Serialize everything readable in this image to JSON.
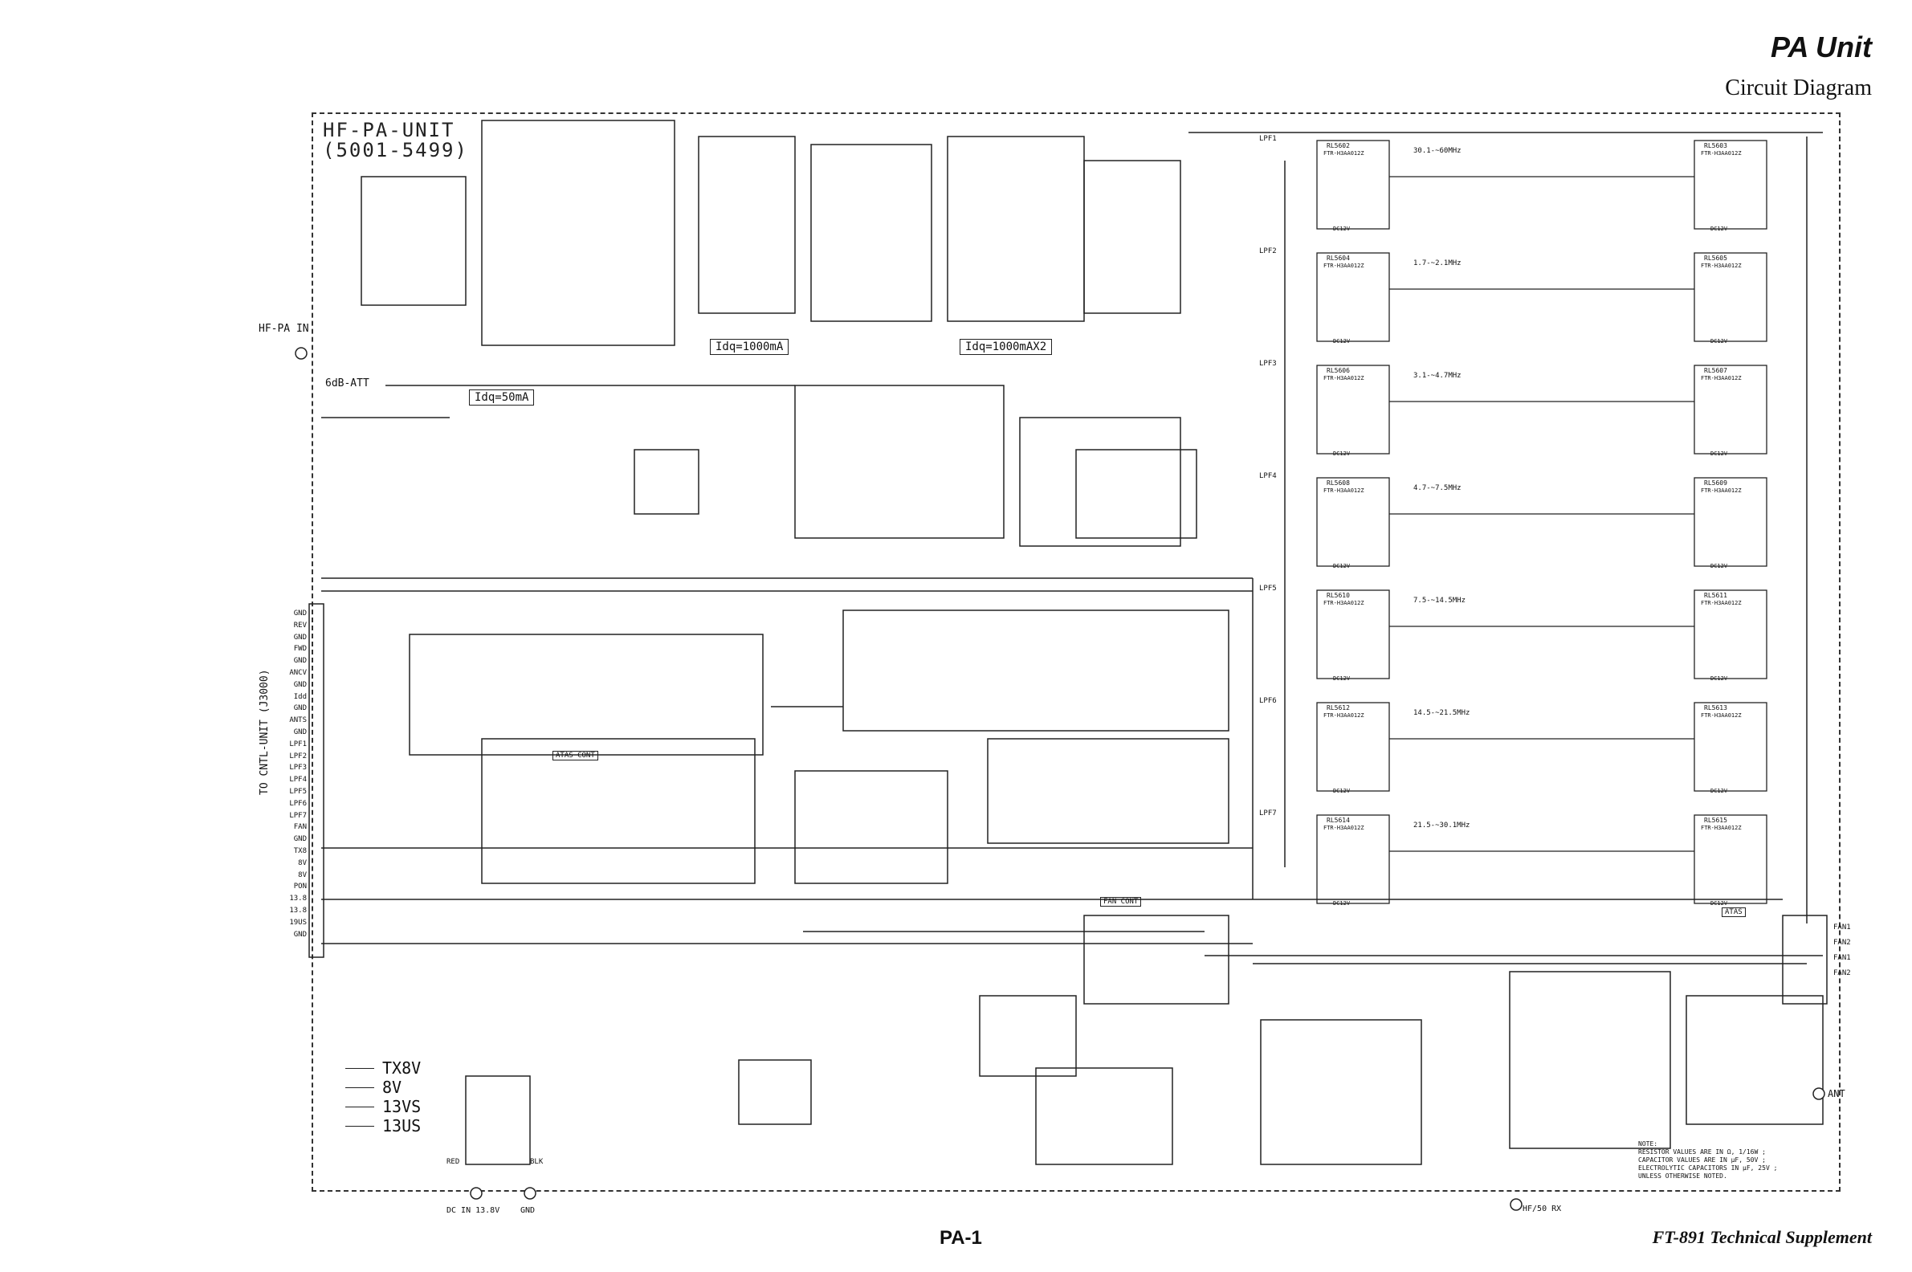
{
  "header": {
    "title": "PA Unit",
    "subtitle": "Circuit Diagram"
  },
  "footer": {
    "page_label": "PA-1",
    "doc_title": "FT-891 Technical Supplement"
  },
  "unit": {
    "name": "HF-PA-UNIT",
    "serial": "(5001-5499)"
  },
  "connectors": {
    "input": "HF-PA IN",
    "att": "6dB-ATT",
    "cntl": "TO CNTL-UNIT (J3000)",
    "dc_in": "DC IN 13.8V",
    "gnd": "GND",
    "red": "RED",
    "blk": "BLK",
    "ant": "ANT",
    "hf_rx": "HF/50 RX"
  },
  "idq": {
    "driver": "Idq=50mA",
    "pre": "Idq=1000mA",
    "final": "Idq=1000mAX2"
  },
  "pins": [
    "GND",
    "REV",
    "GND",
    "FWD",
    "GND",
    "ANCV",
    "GND",
    "Idd",
    "GND",
    "ANTS",
    "GND",
    "LPF1",
    "LPF2",
    "LPF3",
    "LPF4",
    "LPF5",
    "LPF6",
    "LPF7",
    "FAN",
    "GND",
    "TX8",
    "8V",
    "8V",
    "PON",
    "13.8",
    "13.8",
    "19US",
    "GND"
  ],
  "lpf_bands": [
    "30.1-~60MHz",
    "1.7-~2.1MHz",
    "3.1-~4.7MHz",
    "4.7-~7.5MHz",
    "7.5-~14.5MHz",
    "14.5-~21.5MHz",
    "21.5-~30.1MHz"
  ],
  "lpf_labels": [
    "LPF1",
    "LPF2",
    "LPF3",
    "LPF4",
    "LPF5",
    "LPF6",
    "LPF7"
  ],
  "relay_left": [
    "RL5602",
    "RL5604",
    "RL5606",
    "RL5608",
    "RL5610",
    "RL5612",
    "RL5614"
  ],
  "relay_right": [
    "RL5603",
    "RL5605",
    "RL5607",
    "RL5609",
    "RL5611",
    "RL5613",
    "RL5615"
  ],
  "relay_part": "FTR-H3AA012Z",
  "dc12v": "DC12V",
  "blocks": {
    "atas_cont": "ATAS CONT",
    "fan_cont": "FAN CONT",
    "atas": "ATAS"
  },
  "fan_pins": [
    "FAN1",
    "FAN2",
    "FAN1",
    "FAN2"
  ],
  "legend": [
    "TX8V",
    "8V",
    "13VS",
    "13US"
  ],
  "notes": "NOTE:\nRESISTOR VALUES ARE IN Ω, 1/16W ;\nCAPACITOR VALUES ARE IN μF, 50V ;\nELECTROLYTIC CAPACITORS IN μF, 25V ;\nUNLESS OTHERWISE NOTED."
}
